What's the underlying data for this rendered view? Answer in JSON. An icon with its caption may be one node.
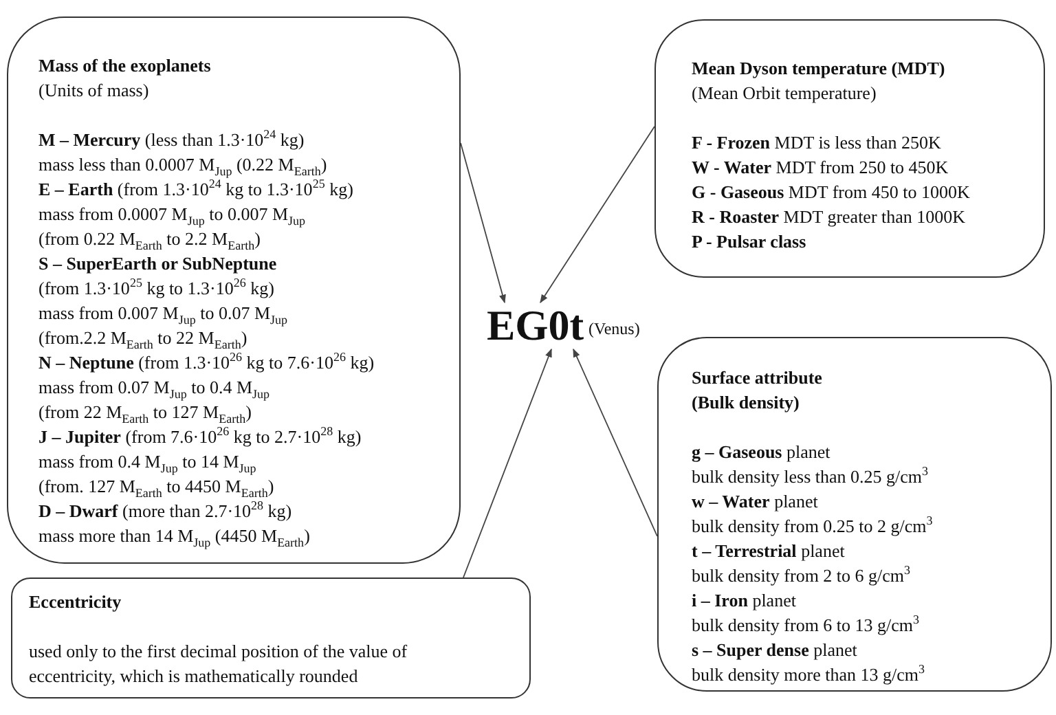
{
  "diagram": {
    "nodes": [
      {
        "text": [
          "Mass of the exoplanets",
          "(Units of mass)",
          "**M – Mercury** (less than 1.3·10$^{24}$ kg)",
          "mass less than 0.0007 M$_{Jup}$ (0.22 M$_{Earth}$)",
          "**E – Earth** (from 1.3·10$^{24}$ kg to 1.3·10$^{25}$ kg)",
          "mass from 0.0007 M$_{Jup}$ to 0.007 M$_{Jup}$",
          "(from 0.22 M$_{Earth}$ to 2.2 M$_{Earth}$)",
          "**S – SuperEarth or SubNeptune**",
          "(from 1.3·10$^{25}$ kg to 1.3·10$^{26}$ kg)",
          "mass from 0.007 M$_{Jup}$ to 0.07 M$_{Jup}$",
          "(from.2.2 M$_{Earth}$ to 22 M$_{Earth}$)",
          "**N – Neptune** (from 1.3·10$^{26}$ kg to 7.6·10$^{26}$ kg)",
          "mass from 0.07 M$_{Jup}$ to 0.4 M$_{Jup}$",
          "(from 22 M$_{Earth}$ to 127 M$_{Earth}$)",
          "**J – Jupiter** (from 7.6·10$^{26}$ kg to 2.7·10$^{28}$ kg)",
          "mass from 0.4 M$_{Jup}$ to 14 M$_{Jup}$",
          "(from. 127 M$_{Earth}$ to 4450 M$_{Earth}$)",
          "**D – Dwarf** (more than 2.7·10$^{28}$ kg)",
          "mass more than 14 M$_{Jup}$ (4450 M$_{Earth}$)"
        ]
      },
      {
        "text": [
          "Mean Dyson temperature (MDT)",
          "(Mean Orbit temperature)",
          "**F - Frozen** MDT is less than 250K",
          "**W - Water** MDT from 250 to 450K",
          "**G - Gaseous** MDT from 450 to 1000K",
          "**R - Roaster** MDT greater than 1000K",
          "**P - Pulsar class**"
        ]
      },
      {
        "text": [
          "EG0t"
        ],
        "beside": [
          "(Venus)"
        ]
      },
      {
        "text": [
          "Eccentricity",
          "used only to the first decimal position of the value of eccentricity, which is mathematically rounded"
        ]
      },
      {
        "text": [
          "Surface attribute (Bulk density)",
          "**g – Gaseous** planet",
          "bulk density less than 0.25 g/cm$^{3}$",
          "**w – Water** planet",
          "bulk density from 0.25 to 2 g/cm$^{3}$",
          "**t – Terrestrial** planet",
          "bulk density from 2 to 6 g/cm$^{3}$",
          "**i – Iron** planet",
          "bulk density  from 6 to 13 g/cm$^{3}$",
          "**s – Super dense** planet",
          "bulk density more than 13 g/cm$^{3}$"
        ]
      }
    ],
    "edges": [
      {
        "from": 0,
        "to": 2,
        "arrow": "to"
      },
      {
        "from": 1,
        "to": 2,
        "arrow": "to"
      },
      {
        "from": 3,
        "to": 2,
        "arrow": "to"
      },
      {
        "from": 4,
        "to": 2,
        "arrow": "to"
      }
    ]
  }
}
